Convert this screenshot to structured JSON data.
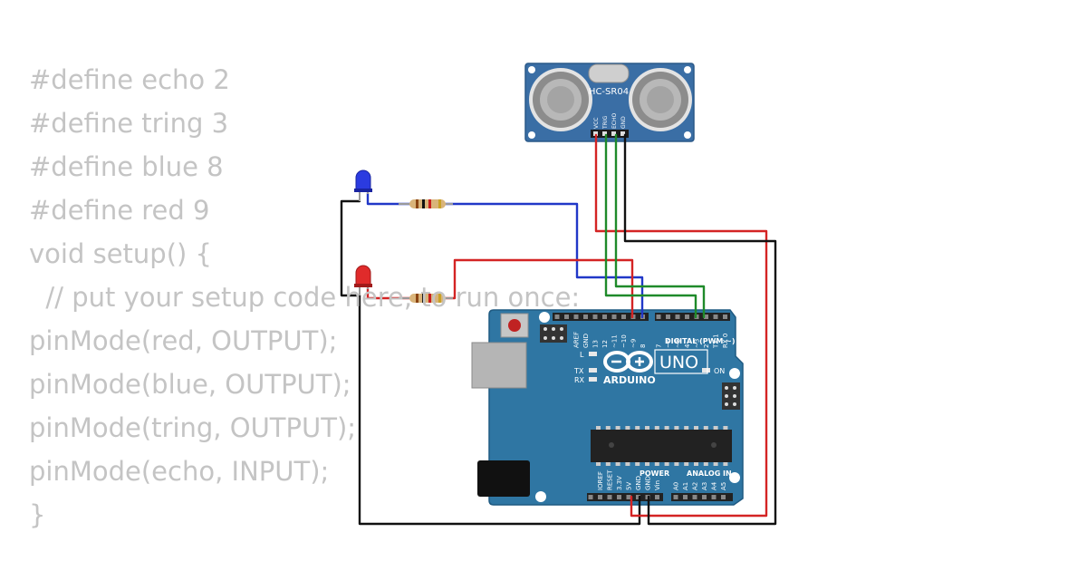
{
  "code_lines": [
    "#define echo 2",
    "#define tring 3",
    "#define blue 8",
    "#define red 9",
    "void setup() {",
    "  // put your setup code here, to run once:",
    "pinMode(red, OUTPUT);",
    "pinMode(blue, OUTPUT);",
    "pinMode(tring, OUTPUT);",
    "pinMode(echo, INPUT);",
    "}"
  ],
  "sensor": {
    "model": "HC-SR04",
    "pins": [
      "VCC",
      "TRIG",
      "ECHO",
      "GND"
    ]
  },
  "board": {
    "brand": "ARDUINO",
    "model": "UNO",
    "header_digital": "DIGITAL (PWM ~)",
    "header_power": "POWER",
    "header_analog": "ANALOG IN",
    "digital_pins": [
      "AREF",
      "GND",
      "13",
      "12",
      "~11",
      "~10",
      "~9",
      "8",
      "7",
      "~6",
      "~5",
      "4",
      "~3",
      "2",
      "TX 1",
      "RX 0"
    ],
    "power_pins": [
      "IOREF",
      "RESET",
      "3.3V",
      "5V",
      "GND",
      "GND",
      "Vin"
    ],
    "analog_pins": [
      "A0",
      "A1",
      "A2",
      "A3",
      "A4",
      "A5"
    ],
    "led_l": "L",
    "led_tx": "TX",
    "led_rx": "RX",
    "led_on": "ON"
  },
  "components": {
    "led_blue_color": "#2b3be0",
    "led_red_color": "#e02b2b"
  },
  "colors": {
    "board": "#2f76a3",
    "sensor": "#3a6ea5",
    "wire_red": "#d42424",
    "wire_green": "#1f8a2a",
    "wire_blue": "#2138c8",
    "wire_black": "#111111",
    "code_text": "#c4c4c4"
  }
}
